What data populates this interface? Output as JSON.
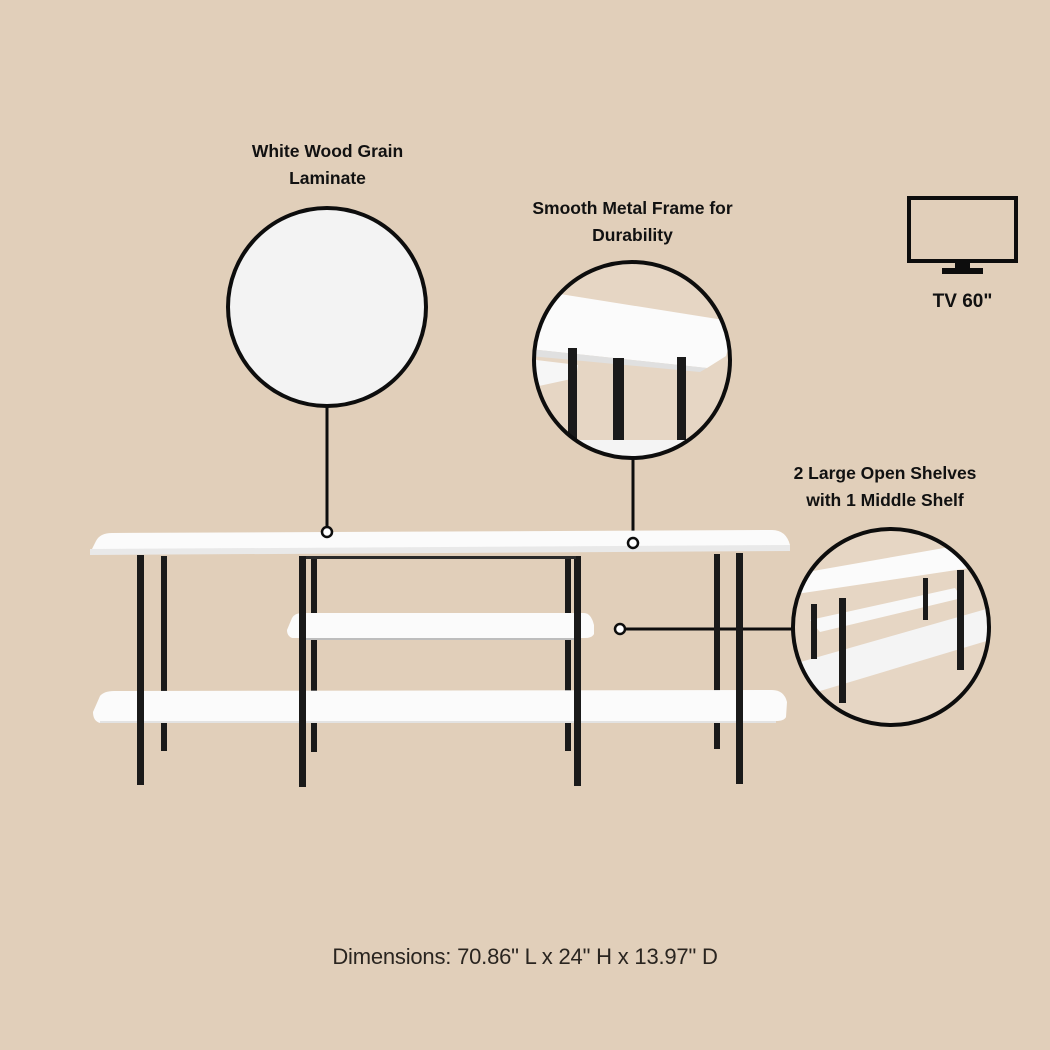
{
  "colors": {
    "background": "#e1cfba",
    "stroke": "#0d0d0d",
    "shelf": "#fbfbfb",
    "frame": "#1a1a1a"
  },
  "callouts": [
    {
      "id": "laminate",
      "line1": "White Wood Grain",
      "line2": "Laminate"
    },
    {
      "id": "frame",
      "line1": "Smooth Metal Frame for",
      "line2": "Durability"
    },
    {
      "id": "shelves",
      "line1": "2 Large Open Shelves",
      "line2": "with 1 Middle Shelf"
    }
  ],
  "tv_badge": {
    "icon": "tv-icon",
    "label": "TV 60\""
  },
  "dimensions": "Dimensions: 70.86\" L x 24\" H x 13.97\" D"
}
